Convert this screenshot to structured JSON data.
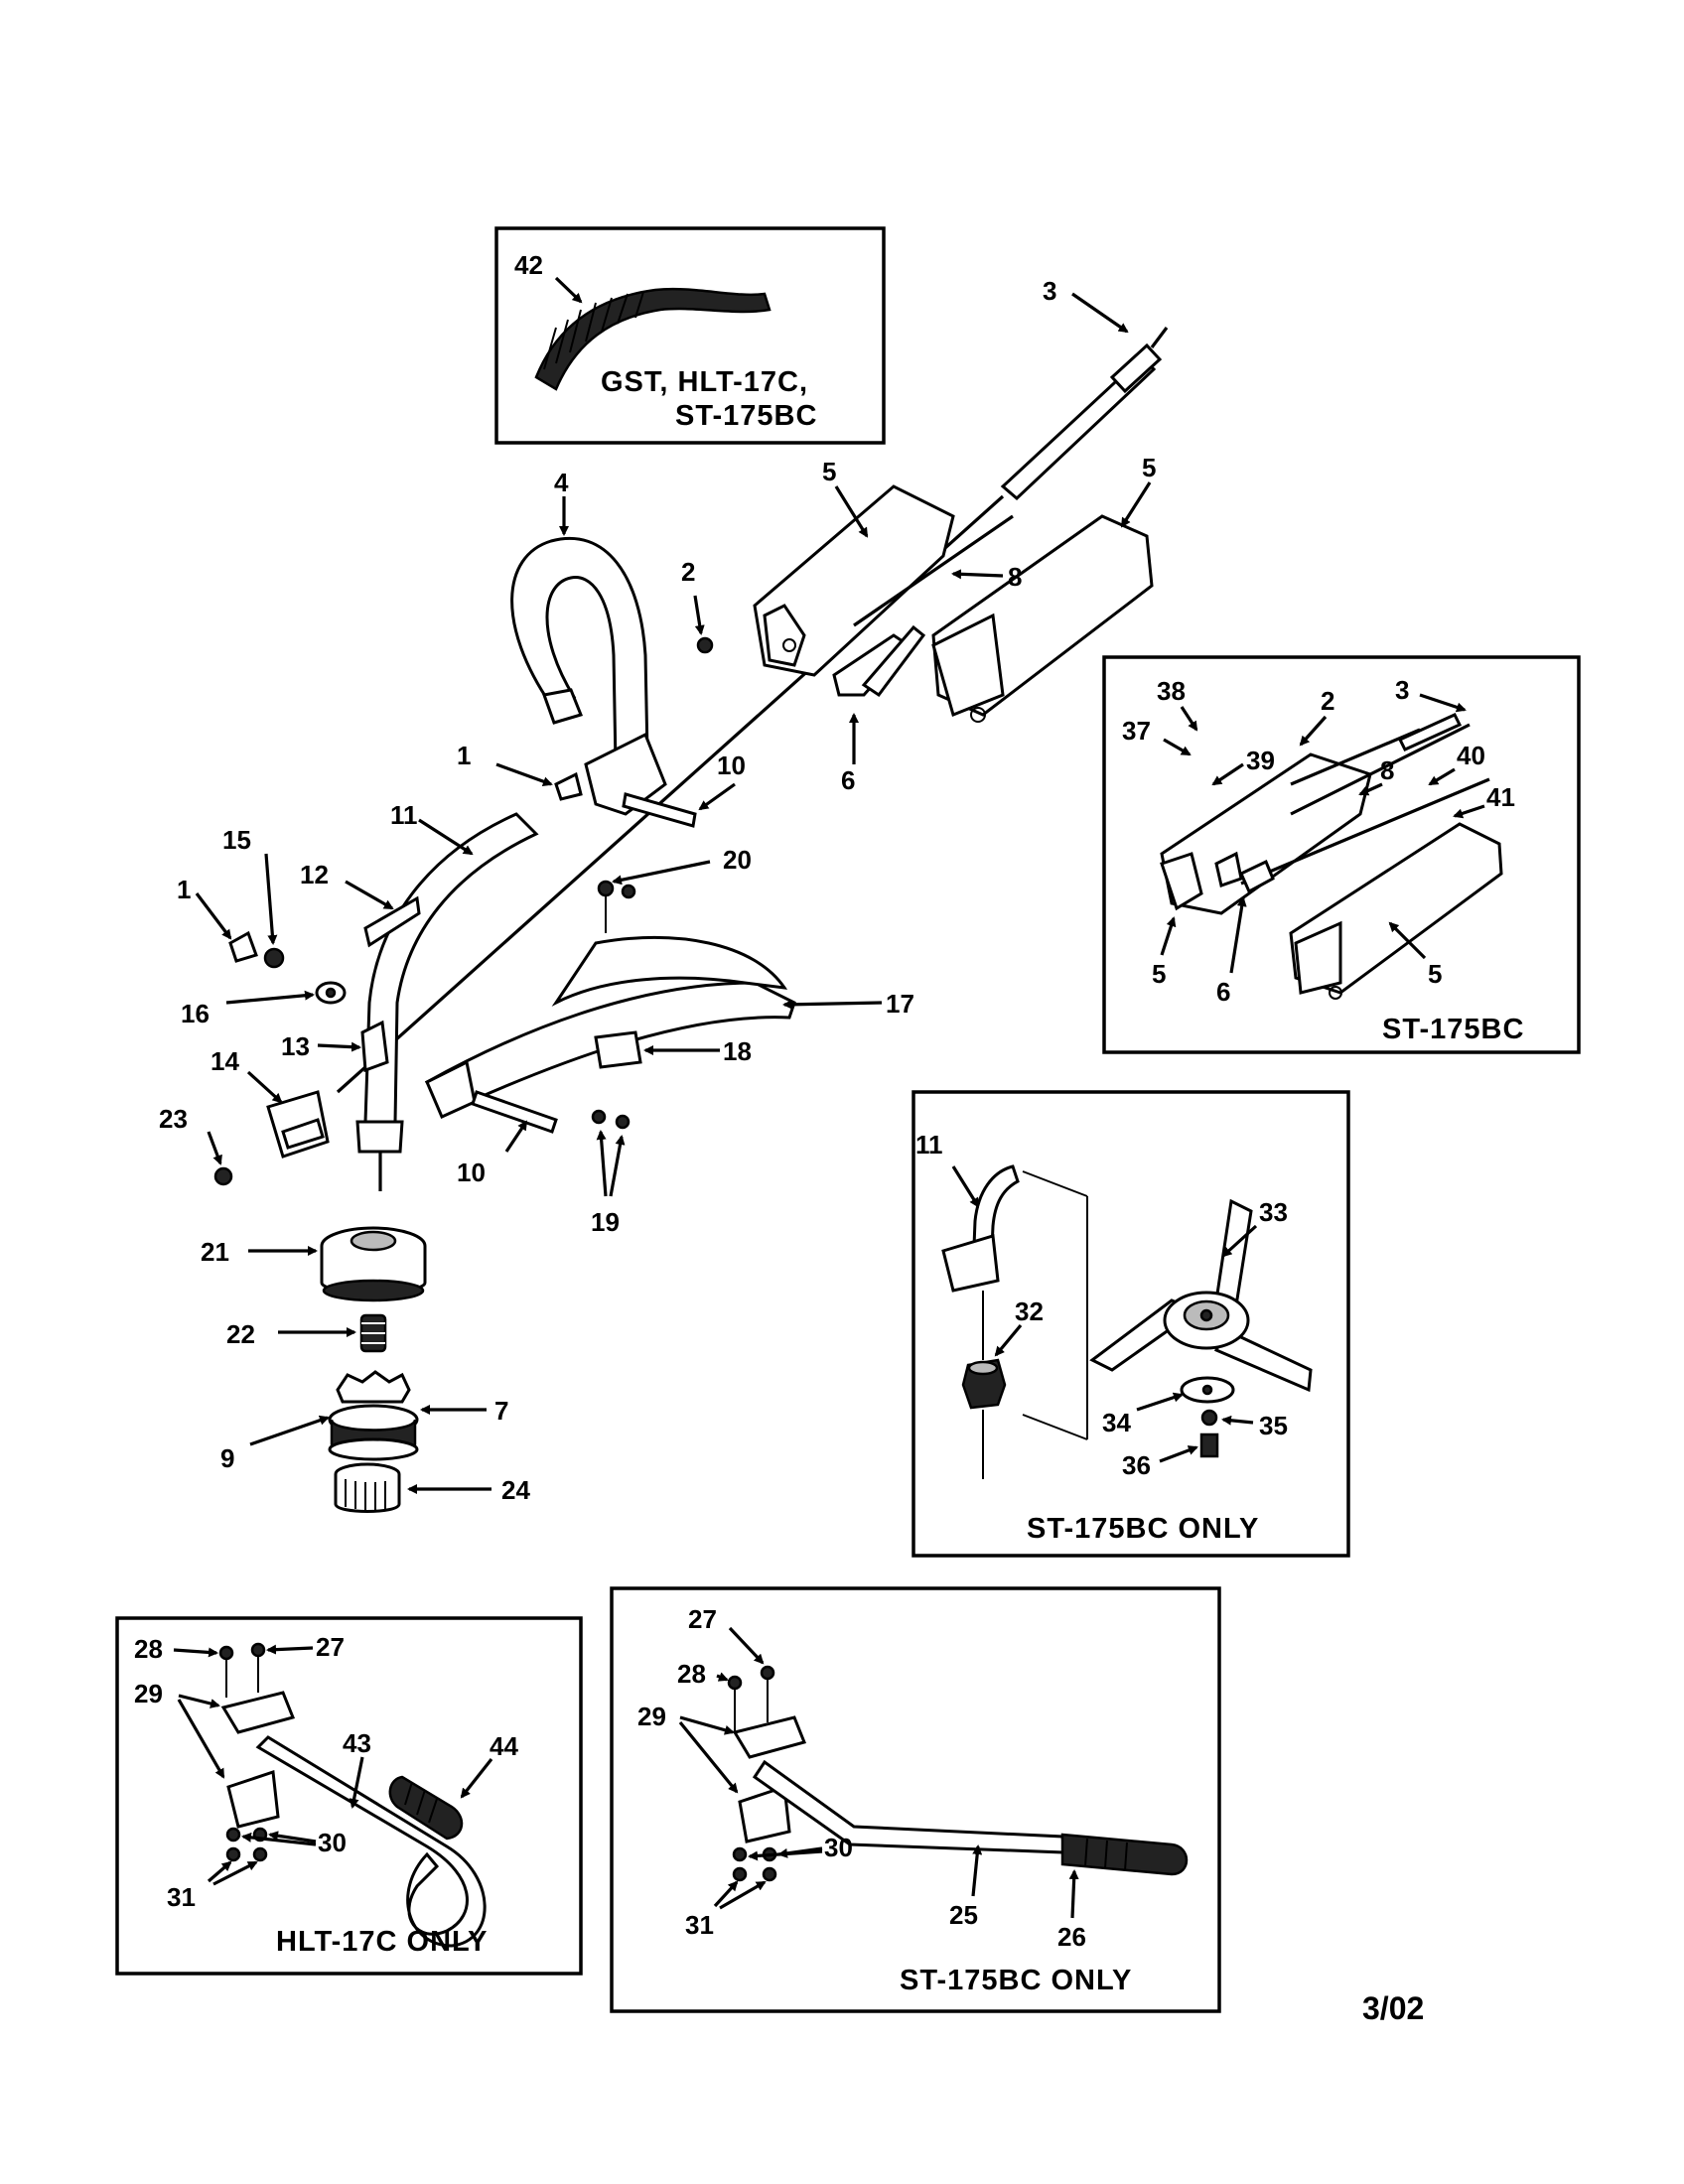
{
  "insets": {
    "top": "GST, HLT-17C,",
    "top_line2": "ST-175BC",
    "right": "ST-175BC",
    "blade": "ST-175BC ONLY",
    "handle_left": "HLT-17C ONLY",
    "handle_right": "ST-175BC ONLY"
  },
  "revision": "3/02",
  "callouts": {
    "n42": "42",
    "n3": "3",
    "n4": "4",
    "n5a": "5",
    "n5b": "5",
    "n2": "2",
    "n8": "8",
    "n6": "6",
    "n1a": "1",
    "n10a": "10",
    "n11": "11",
    "n20": "20",
    "n12": "12",
    "n15": "15",
    "n1b": "1",
    "n16": "16",
    "n17": "17",
    "n13": "13",
    "n14": "14",
    "n18": "18",
    "n23": "23",
    "n10b": "10",
    "n19": "19",
    "n21": "21",
    "n22": "22",
    "n7": "7",
    "n9": "9",
    "n24": "24",
    "r38": "38",
    "r37": "37",
    "r39": "39",
    "r2": "2",
    "r3": "3",
    "r8": "8",
    "r40": "40",
    "r41": "41",
    "r5a": "5",
    "r6": "6",
    "r5b": "5",
    "b11": "11",
    "b33": "33",
    "b32": "32",
    "b34": "34",
    "b35": "35",
    "b36": "36",
    "h28": "28",
    "h27": "27",
    "h29": "29",
    "h43": "43",
    "h44": "44",
    "h30": "30",
    "h31": "31",
    "s27": "27",
    "s28": "28",
    "s29": "29",
    "s30": "30",
    "s31": "31",
    "s25": "25",
    "s26": "26"
  }
}
